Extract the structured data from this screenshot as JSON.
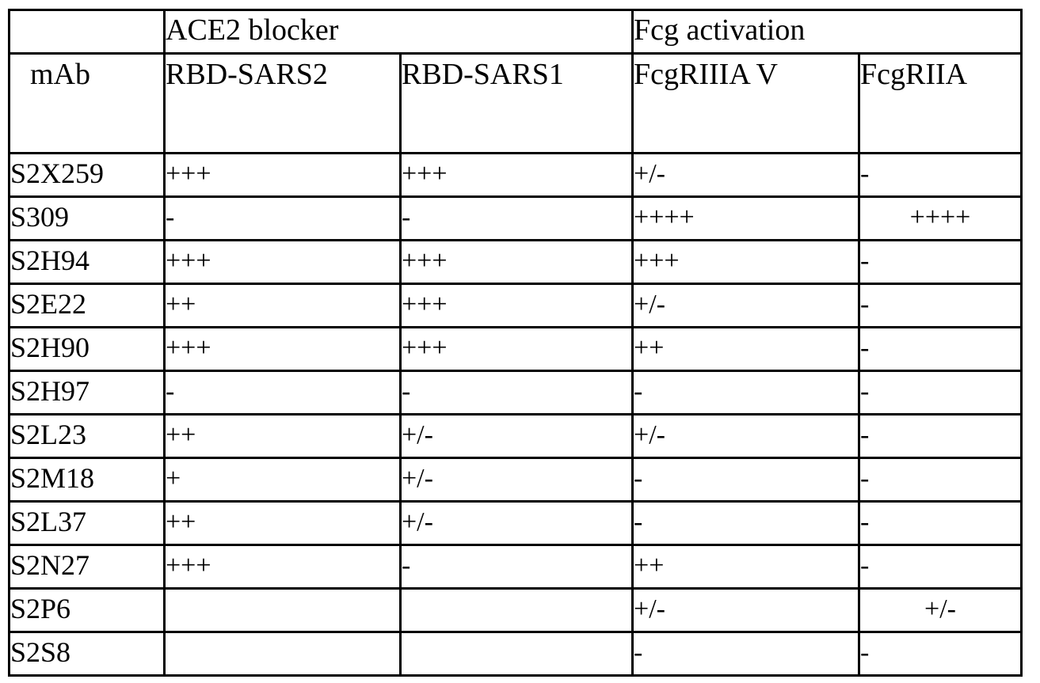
{
  "table": {
    "group_headers": [
      {
        "label": "",
        "span": 1,
        "name": "corner-blank"
      },
      {
        "label": "ACE2 blocker",
        "span": 2,
        "name": "group-header-ace2-blocker"
      },
      {
        "label": "Fcg activation",
        "span": 2,
        "name": "group-header-fcg-activation"
      }
    ],
    "columns": [
      {
        "key": "mab",
        "label": "mAb"
      },
      {
        "key": "sars2",
        "label": "RBD-SARS2"
      },
      {
        "key": "sars1",
        "label": "RBD-SARS1"
      },
      {
        "key": "r3av",
        "label": "FcgRIIIA V"
      },
      {
        "key": "r2a",
        "label": "FcgRIIA"
      }
    ],
    "rows": [
      {
        "mab": "S2X259",
        "sars2": "+++",
        "sars1": "+++",
        "r3av": "+/-",
        "r2a": "-"
      },
      {
        "mab": "S309",
        "sars2": "-",
        "sars1": "-",
        "r3av": "++++",
        "r2a": "++++"
      },
      {
        "mab": "S2H94",
        "sars2": "+++",
        "sars1": "+++",
        "r3av": "+++",
        "r2a": "-"
      },
      {
        "mab": "S2E22",
        "sars2": "++",
        "sars1": "+++",
        "r3av": "+/-",
        "r2a": "-"
      },
      {
        "mab": "S2H90",
        "sars2": "+++",
        "sars1": "+++",
        "r3av": "++",
        "r2a": "-"
      },
      {
        "mab": "S2H97",
        "sars2": "-",
        "sars1": "-",
        "r3av": "-",
        "r2a": "-"
      },
      {
        "mab": "S2L23",
        "sars2": "++",
        "sars1": "+/-",
        "r3av": "+/-",
        "r2a": "-"
      },
      {
        "mab": "S2M18",
        "sars2": "+",
        "sars1": "+/-",
        "r3av": "-",
        "r2a": "-"
      },
      {
        "mab": "S2L37",
        "sars2": "++",
        "sars1": "+/-",
        "r3av": "-",
        "r2a": "-"
      },
      {
        "mab": "S2N27",
        "sars2": "+++",
        "sars1": "-",
        "r3av": "++",
        "r2a": "-"
      },
      {
        "mab": "S2P6",
        "sars2": "",
        "sars1": "",
        "r3av": "+/-",
        "r2a": "+/-"
      },
      {
        "mab": "S2S8",
        "sars2": "",
        "sars1": "",
        "r3av": "-",
        "r2a": "-"
      }
    ]
  },
  "style": {
    "border_color": "#000000",
    "text_color": "#000000",
    "background": "#ffffff"
  }
}
